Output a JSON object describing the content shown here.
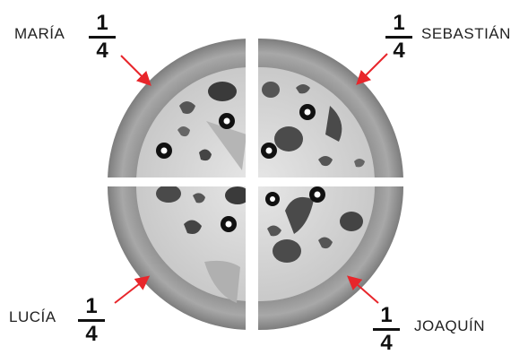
{
  "labels": [
    {
      "name": "MARÍA",
      "numerator": "1",
      "denominator": "4"
    },
    {
      "name": "SEBASTIÁN",
      "numerator": "1",
      "denominator": "4"
    },
    {
      "name": "LUCÍA",
      "numerator": "1",
      "denominator": "4"
    },
    {
      "name": "JOAQUÍN",
      "numerator": "1",
      "denominator": "4"
    }
  ],
  "colors": {
    "arrow": "#e8262b",
    "crust": "#9a9a9a",
    "cheese": "#d9d9d9",
    "topping": "#3a3a3a"
  }
}
